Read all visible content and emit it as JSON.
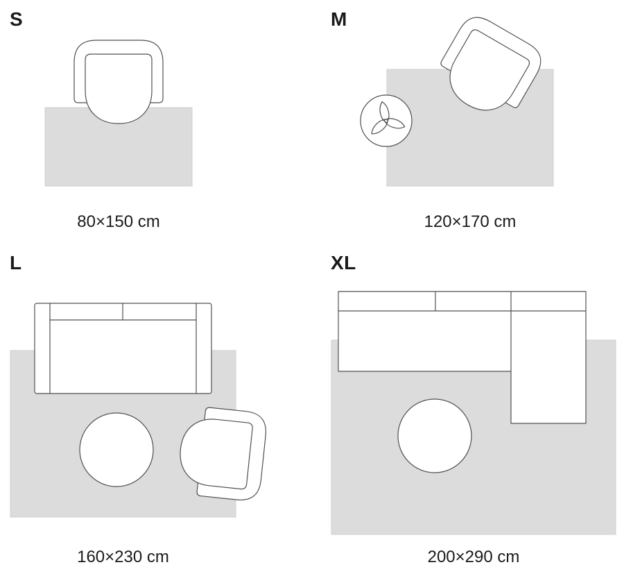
{
  "colors": {
    "background": "#ffffff",
    "rug_fill": "#dcdcdc",
    "rug_border": "#cfcfcf",
    "furniture_fill": "#ffffff",
    "outline": "#4f4f4f",
    "text": "#1a1a1a"
  },
  "sizes": [
    {
      "label": "S",
      "dimensions": "80×150 cm",
      "furniture_icons": [
        "armchair-icon"
      ]
    },
    {
      "label": "M",
      "dimensions": "120×170 cm",
      "furniture_icons": [
        "armchair-icon",
        "plant-icon"
      ]
    },
    {
      "label": "L",
      "dimensions": "160×230 cm",
      "furniture_icons": [
        "sofa-icon",
        "coffee-table-icon",
        "armchair-icon"
      ]
    },
    {
      "label": "XL",
      "dimensions": "200×290 cm",
      "furniture_icons": [
        "sectional-sofa-icon",
        "coffee-table-icon"
      ]
    }
  ]
}
